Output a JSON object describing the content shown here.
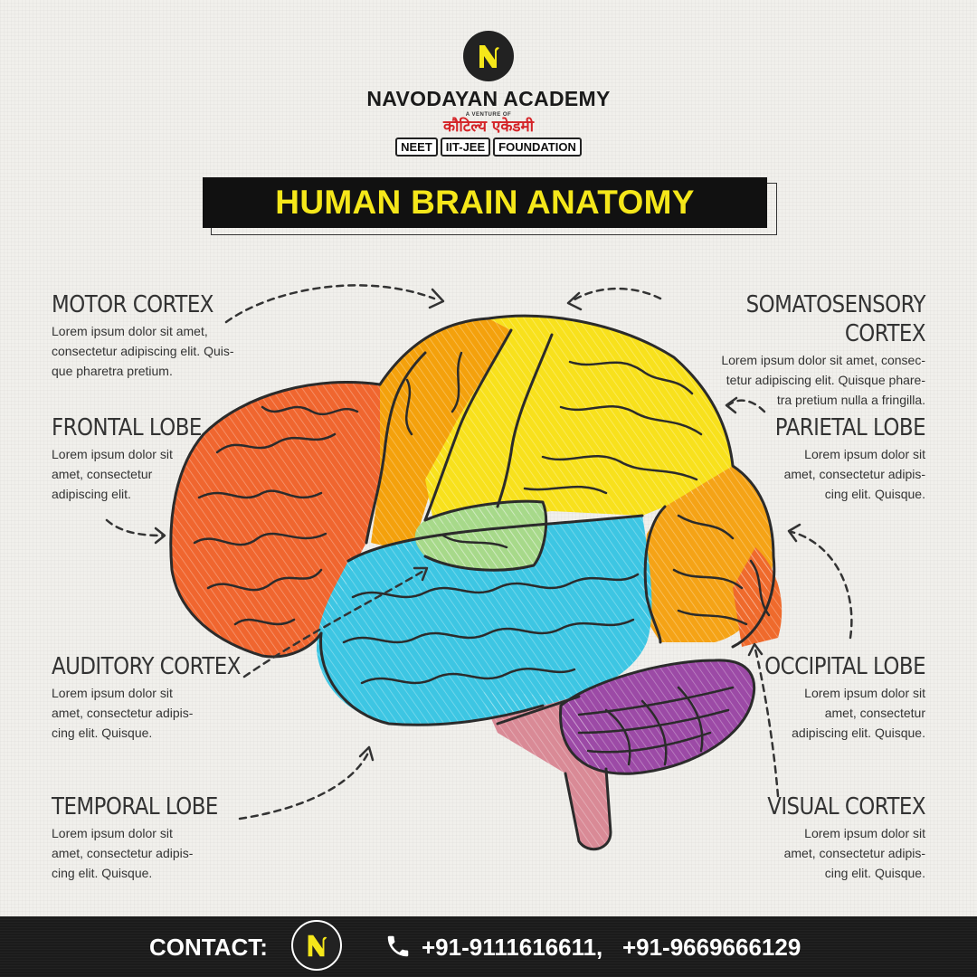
{
  "header": {
    "academy_name": "NAVODAYAN ACADEMY",
    "venture_text": "A VENTURE OF",
    "hindi_name": "कौटिल्य एकेडमी",
    "courses": [
      "NEET",
      "IIT-JEE",
      "FOUNDATION"
    ]
  },
  "title": "HUMAN BRAIN ANATOMY",
  "labels": {
    "motor_cortex": {
      "heading": "MOTOR CORTEX",
      "lines": [
        "Lorem ipsum dolor sit amet,",
        "consectetur adipiscing elit. Quis-",
        "que pharetra pretium."
      ]
    },
    "frontal_lobe": {
      "heading": "FRONTAL LOBE",
      "lines": [
        "Lorem ipsum dolor sit",
        "amet, consectetur",
        "adipiscing elit."
      ]
    },
    "auditory_cortex": {
      "heading": "AUDITORY CORTEX",
      "lines": [
        "Lorem ipsum dolor sit",
        "amet, consectetur adipis-",
        "cing elit. Quisque."
      ]
    },
    "temporal_lobe": {
      "heading": "TEMPORAL LOBE",
      "lines": [
        "Lorem ipsum dolor sit",
        "amet, consectetur adipis-",
        "cing elit. Quisque."
      ]
    },
    "somatosensory_cortex": {
      "heading": "SOMATOSENSORY CORTEX",
      "lines": [
        "Lorem ipsum dolor sit amet, consec-",
        "tetur adipiscing elit. Quisque phare-",
        "tra pretium nulla a fringilla."
      ]
    },
    "parietal_lobe": {
      "heading": "PARIETAL LOBE",
      "lines": [
        "Lorem ipsum dolor sit",
        "amet, consectetur adipis-",
        "cing elit. Quisque."
      ]
    },
    "occipital_lobe": {
      "heading": "OCCIPITAL LOBE",
      "lines": [
        "Lorem ipsum dolor sit",
        "amet, consectetur",
        "adipiscing elit. Quisque."
      ]
    },
    "visual_cortex": {
      "heading": "VISUAL CORTEX",
      "lines": [
        "Lorem ipsum dolor sit",
        "amet, consectetur adipis-",
        "cing elit. Quisque."
      ]
    }
  },
  "colors": {
    "frontal": "#f0662f",
    "motor": "#f4a10c",
    "somatosensory": "#f8e11c",
    "parietal": "#f5a316",
    "occipital": "#ef6a2c",
    "temporal": "#3dc6e3",
    "auditory": "#a7d98a",
    "cerebellum": "#9c4aa6",
    "brainstem": "#d98a96",
    "title_text": "#f5e71a",
    "hindi_text": "#d42327"
  },
  "footer": {
    "contact_label": "CONTACT:",
    "phones": "+91-9111616611,   +91-9669666129"
  }
}
